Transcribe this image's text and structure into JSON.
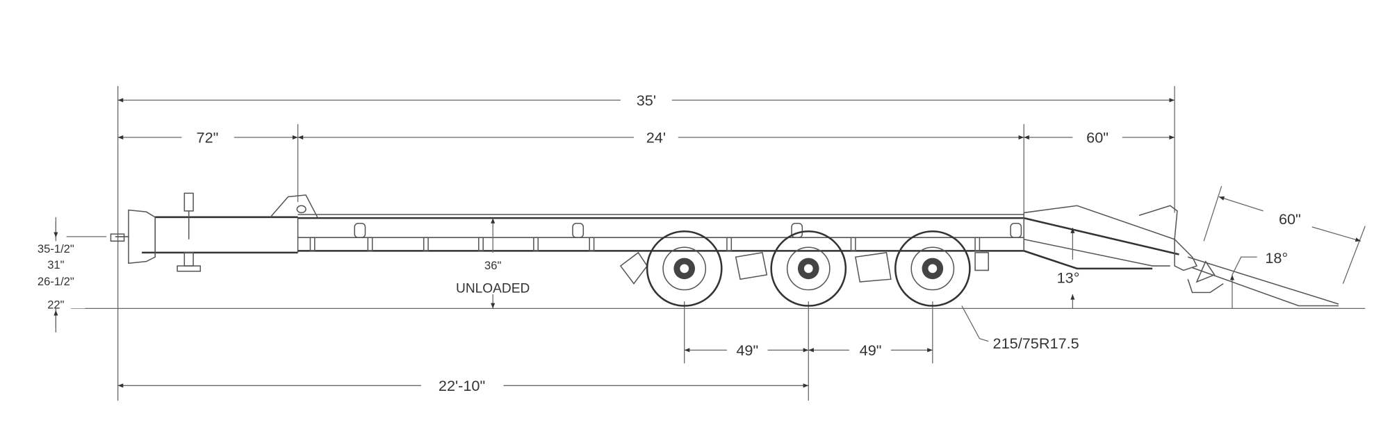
{
  "title": "Tandem tri-axle deckover trailer side elevation",
  "dimensions": {
    "overall_length": "35'",
    "gooseneck_length": "72\"",
    "deck_length": "24'",
    "tail_length": "60\"",
    "ramp_length": "60\"",
    "deck_height": "36\"",
    "deck_height_note": "UNLOADED",
    "axle_spacing_1": "49\"",
    "axle_spacing_2": "49\"",
    "hitch_to_center_axle": "22'-10\"",
    "tail_angle": "13°",
    "ramp_angle": "18°",
    "tire_size": "215/75R17.5"
  },
  "hitch_heights": [
    "35-1/2\"",
    "31\"",
    "26-1/2\"",
    "22\""
  ],
  "colors": {
    "line": "#555555",
    "text": "#333333"
  }
}
